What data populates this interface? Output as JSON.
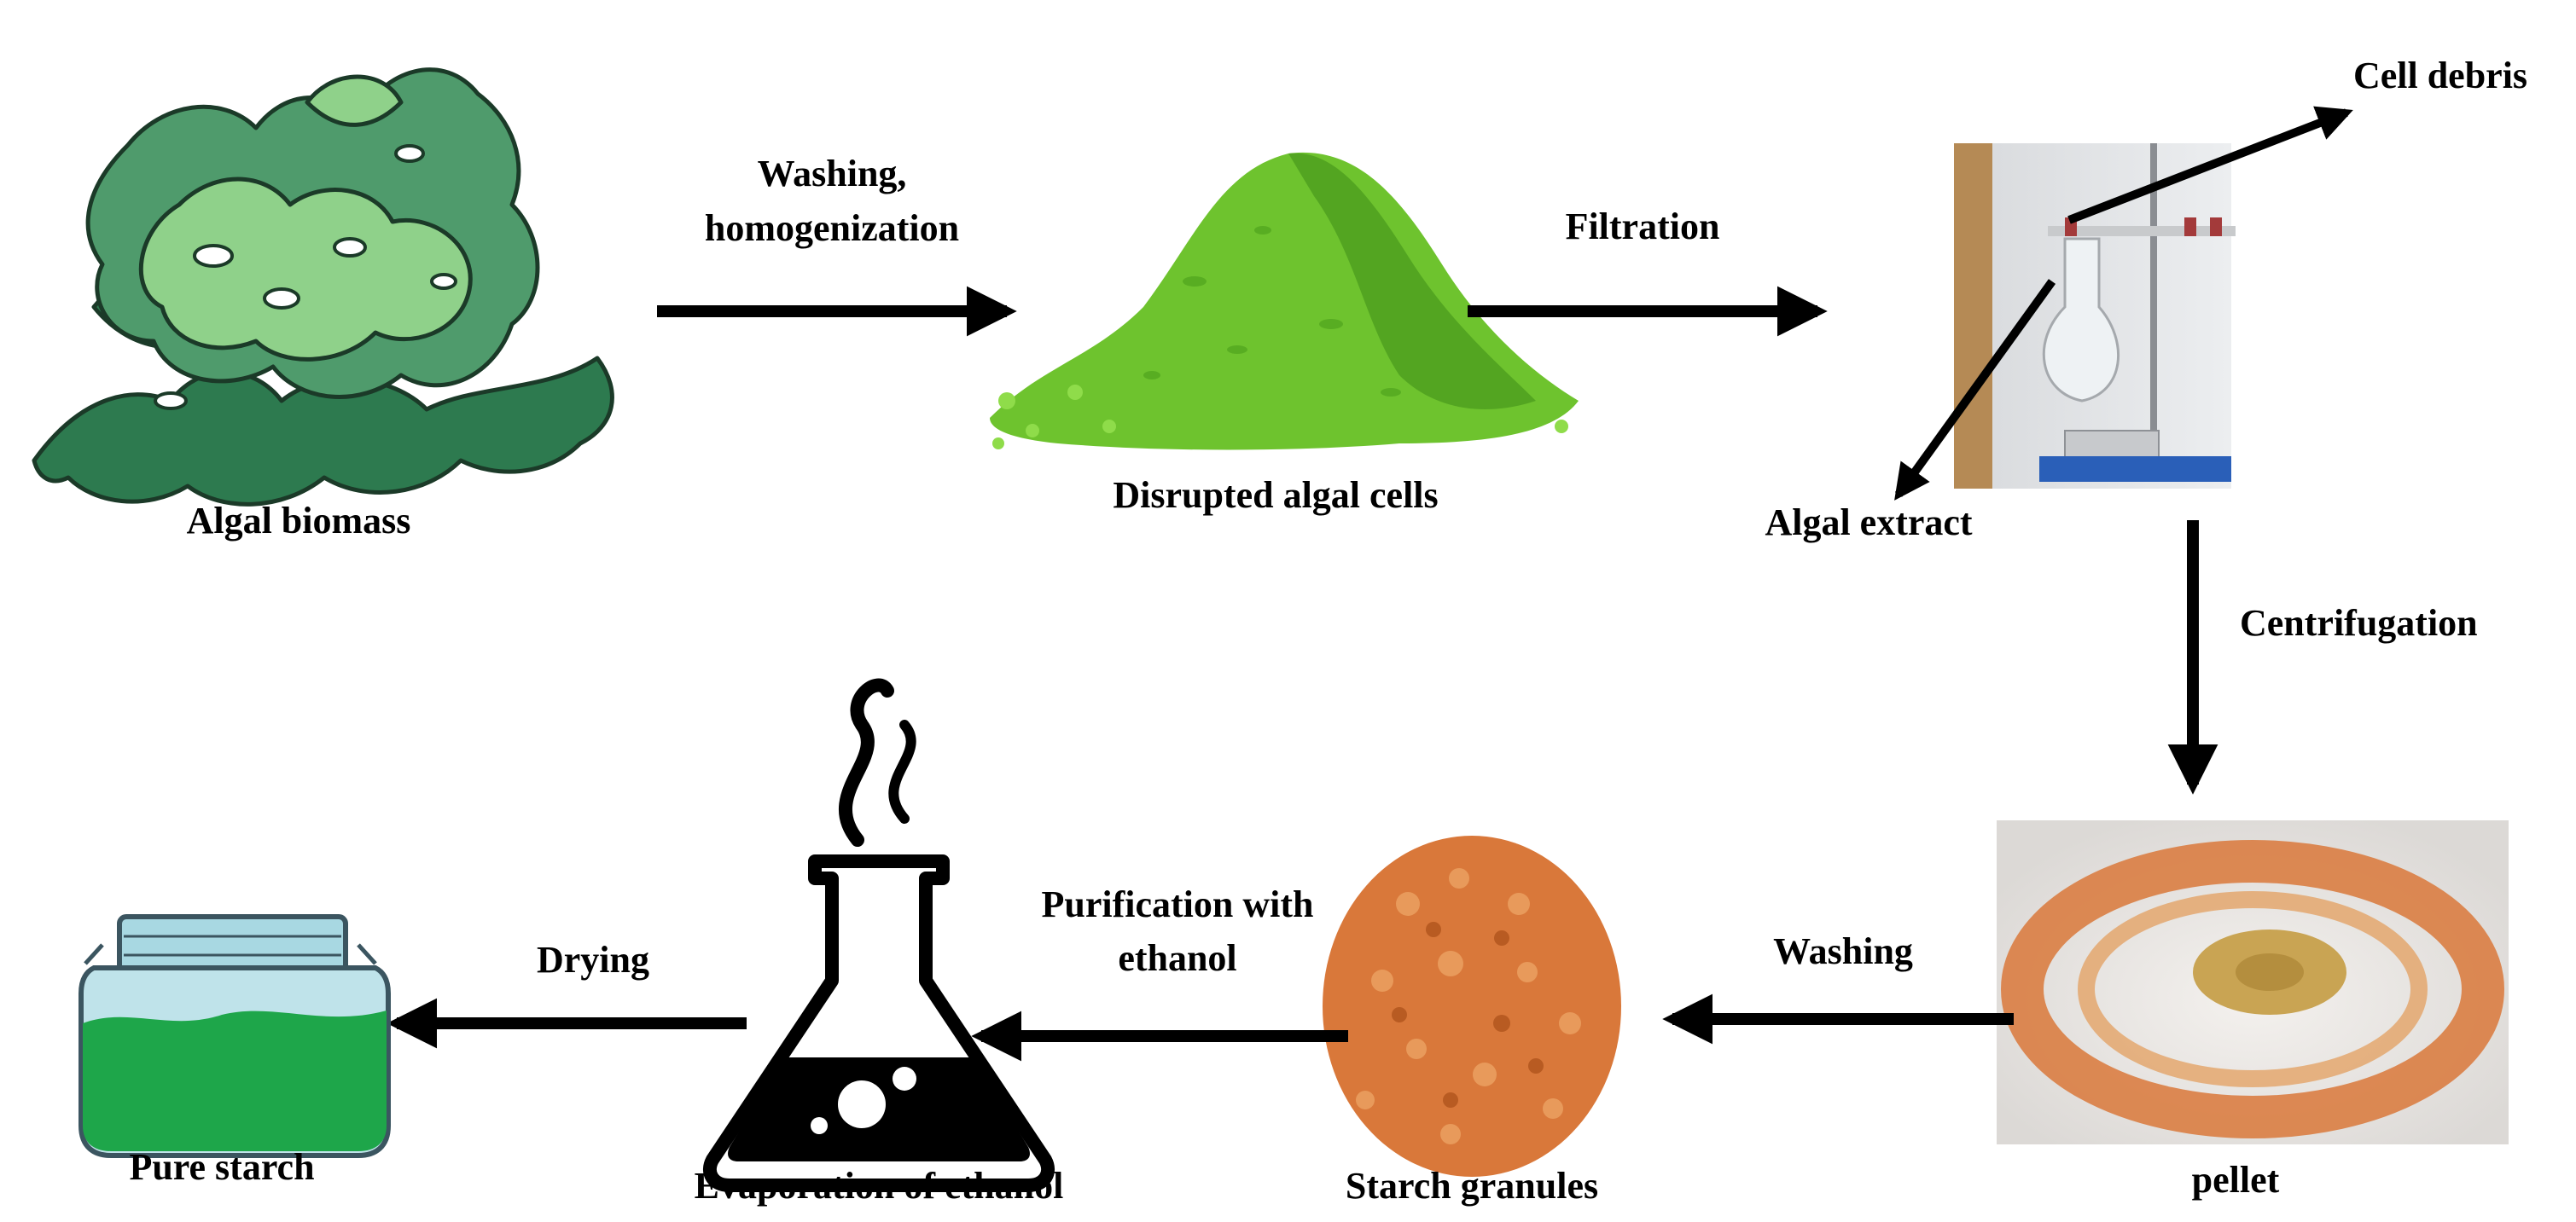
{
  "stages": {
    "algal_biomass": "Algal biomass",
    "disrupted_cells": "Disrupted algal cells",
    "cell_debris": "Cell debris",
    "algal_extract": "Algal extract",
    "pellet": "pellet",
    "starch_granules": "Starch granules",
    "evaporation": "Evaporation of ethanol",
    "pure_starch": "Pure starch"
  },
  "steps": {
    "washing_homogenization_line1": "Washing,",
    "washing_homogenization_line2": "homogenization",
    "filtration": "Filtration",
    "centrifugation": "Centrifugation",
    "washing": "Washing",
    "purification_line1": "Purification with",
    "purification_line2": "ethanol",
    "drying": "Drying"
  },
  "icons": {
    "biomass": "seaweed-icon",
    "disrupted": "green-powder-pile-icon",
    "filtration_setup": "filtration-apparatus-icon",
    "pellet": "orange-powder-icon",
    "granules": "starch-granules-icon",
    "flask": "erlenmeyer-flask-icon",
    "jar": "jar-icon"
  },
  "colors": {
    "arrow": "#000000",
    "seaweed_dark": "#2d7a4f",
    "seaweed_mid": "#4f9b6c",
    "seaweed_light": "#8fd18a",
    "powder_green": "#6ec32e",
    "powder_orange": "#d9783a",
    "jar_liquid": "#1ea64a"
  }
}
